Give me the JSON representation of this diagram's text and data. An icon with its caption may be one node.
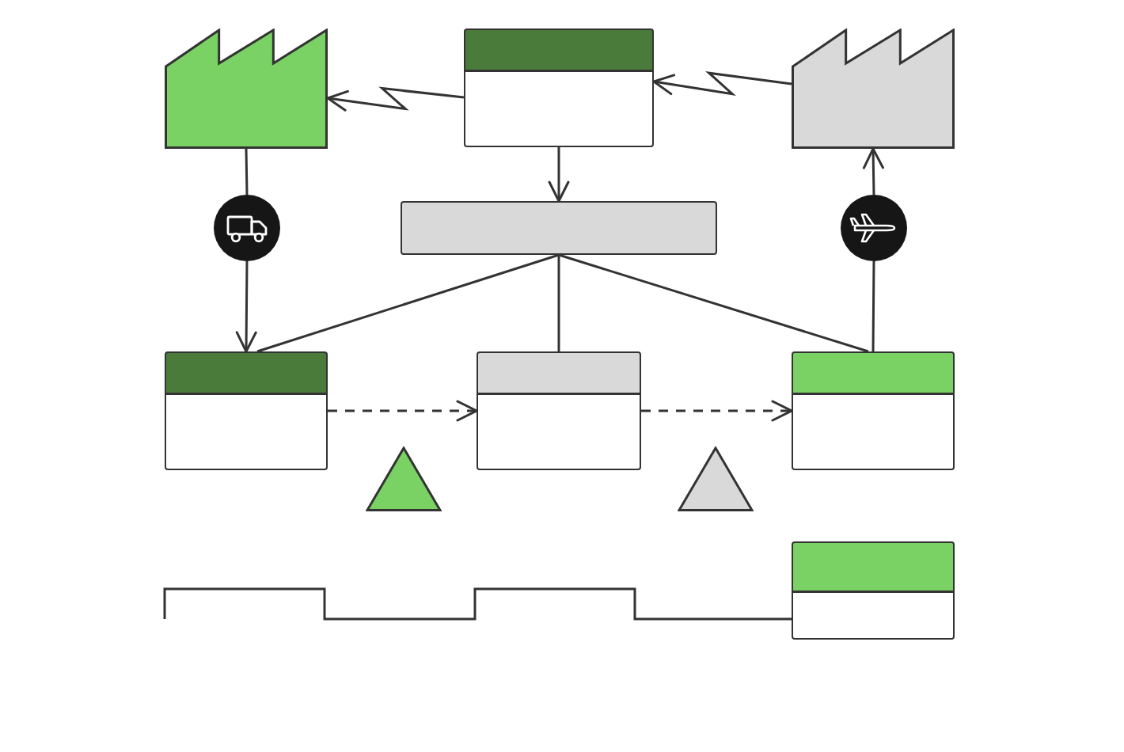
{
  "diagram": {
    "nodes": [
      {
        "text": [],
        "shape": "factory"
      },
      {
        "text": [],
        "shape": "box"
      },
      {
        "text": [],
        "shape": "factory"
      },
      {
        "text": [],
        "shape": "circle"
      },
      {
        "text": [],
        "shape": "bar"
      },
      {
        "text": [],
        "shape": "circle"
      },
      {
        "text": [],
        "shape": "box"
      },
      {
        "text": [],
        "shape": "box"
      },
      {
        "text": [],
        "shape": "box"
      },
      {
        "text": [],
        "shape": "triangle"
      },
      {
        "text": [],
        "shape": "triangle"
      },
      {
        "text": [],
        "shape": "box"
      }
    ],
    "edges": [
      {
        "from": 1,
        "to": 0,
        "arrow": "to"
      },
      {
        "from": 2,
        "to": 1,
        "arrow": "to"
      },
      {
        "from": 1,
        "to": 4,
        "arrow": "to"
      },
      {
        "from": 0,
        "to": 3,
        "arrow": "none"
      },
      {
        "from": 5,
        "to": 2,
        "arrow": "to"
      },
      {
        "from": 3,
        "to": 6,
        "arrow": "to"
      },
      {
        "from": 4,
        "to": 6,
        "arrow": "none"
      },
      {
        "from": 4,
        "to": 7,
        "arrow": "none"
      },
      {
        "from": 4,
        "to": 8,
        "arrow": "none"
      },
      {
        "from": 8,
        "to": 5,
        "arrow": "none"
      },
      {
        "from": 6,
        "to": 7,
        "arrow": "to",
        "style": "dashed"
      },
      {
        "from": 7,
        "to": 8,
        "arrow": "to",
        "style": "dashed"
      }
    ]
  }
}
